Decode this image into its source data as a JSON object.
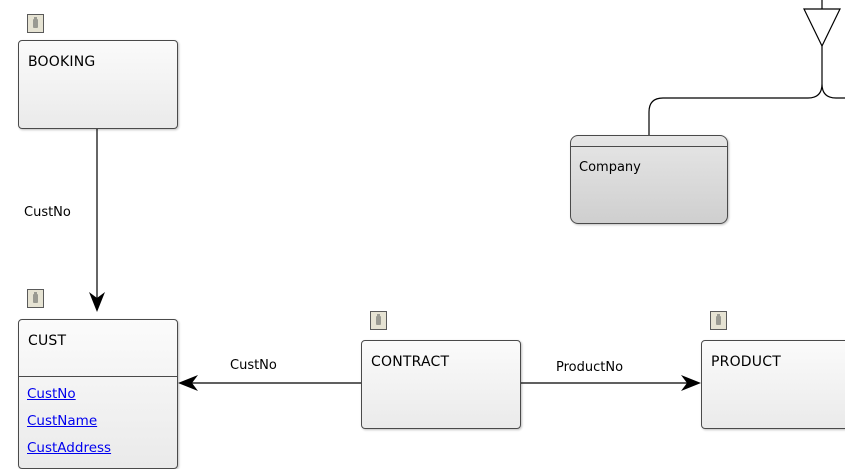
{
  "entities": {
    "booking": {
      "name": "BOOKING"
    },
    "cust": {
      "name": "CUST",
      "attributes": [
        "CustNo",
        "CustName",
        "CustAddress"
      ]
    },
    "contract": {
      "name": "CONTRACT"
    },
    "product": {
      "name": "PRODUCT"
    },
    "company": {
      "name": "Company"
    }
  },
  "relationships": {
    "booking_to_cust": "CustNo",
    "contract_to_cust": "CustNo",
    "contract_to_product": "ProductNo"
  },
  "colors": {
    "line": "#000000",
    "attribute_link": "#0000ee",
    "entity_border": "#4a4a4a"
  },
  "icons": {
    "entity_stereotype": "bottle-icon"
  }
}
